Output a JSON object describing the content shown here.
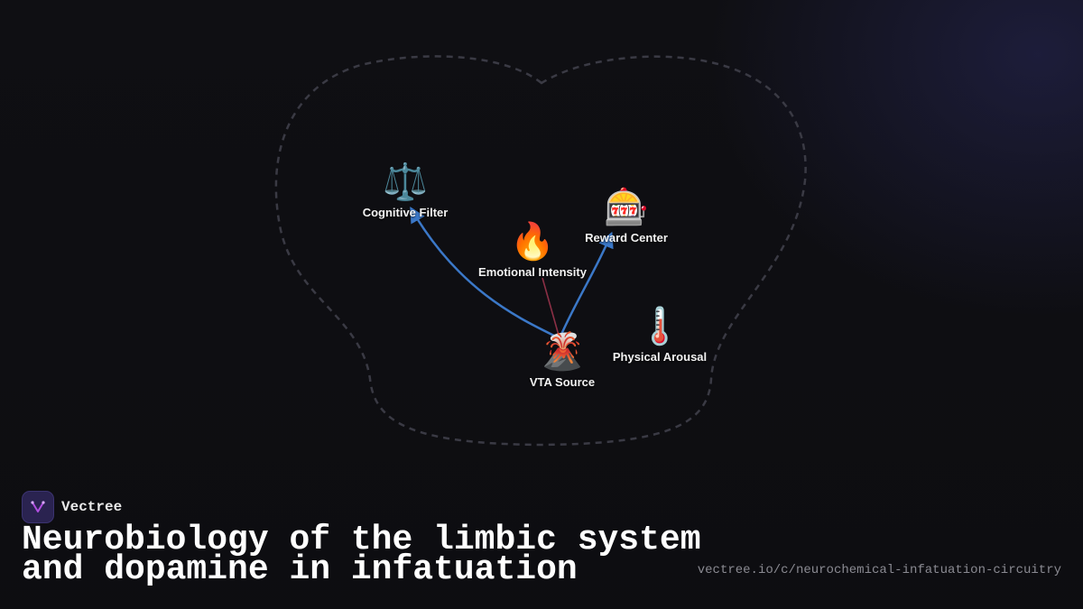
{
  "nodes": [
    {
      "id": "cognitive",
      "label": "Cognitive Filter",
      "icon": "balance-scale-icon",
      "emoji": "⚖️"
    },
    {
      "id": "reward",
      "label": "Reward Center",
      "icon": "slot-machine-icon",
      "emoji": "🎰"
    },
    {
      "id": "emotional",
      "label": "Emotional Intensity",
      "icon": "fire-icon",
      "emoji": "🔥"
    },
    {
      "id": "arousal",
      "label": "Physical Arousal",
      "icon": "thermometer-icon",
      "emoji": "🌡️"
    },
    {
      "id": "vta",
      "label": "VTA Source",
      "icon": "volcano-icon",
      "emoji": "🌋"
    }
  ],
  "edges": [
    {
      "from": "vta",
      "to": "cognitive",
      "color": "#3b78c8",
      "arrow": true
    },
    {
      "from": "vta",
      "to": "reward",
      "color": "#3b78c8",
      "arrow": true
    },
    {
      "from": "vta",
      "to": "emotional",
      "color": "#8a2f45",
      "arrow": false
    }
  ],
  "colors": {
    "background": "#0f0f13",
    "outline": "#3a3a44",
    "edge_primary": "#3b78c8",
    "edge_secondary": "#8a2f45",
    "brand_logo": "#2a2350"
  },
  "brand": {
    "name": "Vectree",
    "icon": "vectree-logo-icon"
  },
  "title_lines": [
    "Neurobiology of the limbic system",
    "and dopamine in infatuation"
  ],
  "url": "vectree.io/c/neurochemical-infatuation-circuitry"
}
